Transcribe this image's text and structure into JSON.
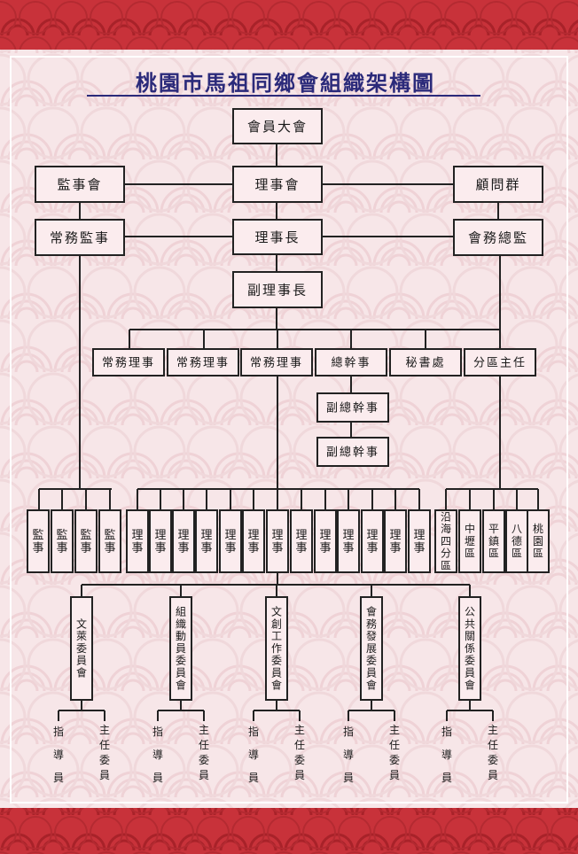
{
  "title": "桃園市馬祖同鄉會組織架構圖",
  "colors": {
    "border_red": "#c8323a",
    "title_blue": "#2b2a7a"
  },
  "nodes": {
    "general_assembly": "會員大會",
    "board": "理事會",
    "supervisors_board": "監事會",
    "advisors": "顧問群",
    "chairman": "理事長",
    "standing_supervisor": "常務監事",
    "general_manager": "會務總監",
    "vice_chairman": "副理事長",
    "level4": [
      "常務理事",
      "常務理事",
      "常務理事",
      "總幹事",
      "秘書處",
      "分區主任"
    ],
    "deputy_secretaries": [
      "副總幹事",
      "副總幹事"
    ],
    "supervisors": [
      "監事",
      "監事",
      "監事",
      "監事"
    ],
    "directors": [
      "理事",
      "理事",
      "理事",
      "理事",
      "理事",
      "理事",
      "理事",
      "理事",
      "理事",
      "理事",
      "理事",
      "理事",
      "理事"
    ],
    "districts": [
      "沿海四分區",
      "中壢區",
      "平鎮區",
      "八德區",
      "桃園區"
    ],
    "committees": [
      "文萊委員會",
      "組織動員委員會",
      "文創工作委員會",
      "會務發展委員會",
      "公共關係委員會"
    ],
    "committee_roles": [
      "指導員",
      "主任委員"
    ]
  }
}
